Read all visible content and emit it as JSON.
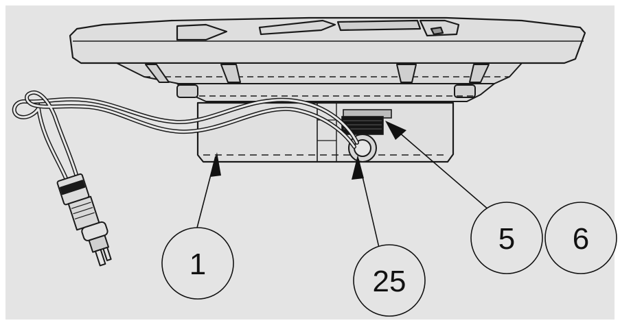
{
  "colors": {
    "background": "#e4e4e4",
    "frame": "#ffffff",
    "line": "#1a1a1a",
    "part_fill": "#dedede",
    "dark": "#111111"
  },
  "callouts": {
    "c1": "1",
    "c25": "25",
    "c5": "5",
    "c6": "6"
  }
}
